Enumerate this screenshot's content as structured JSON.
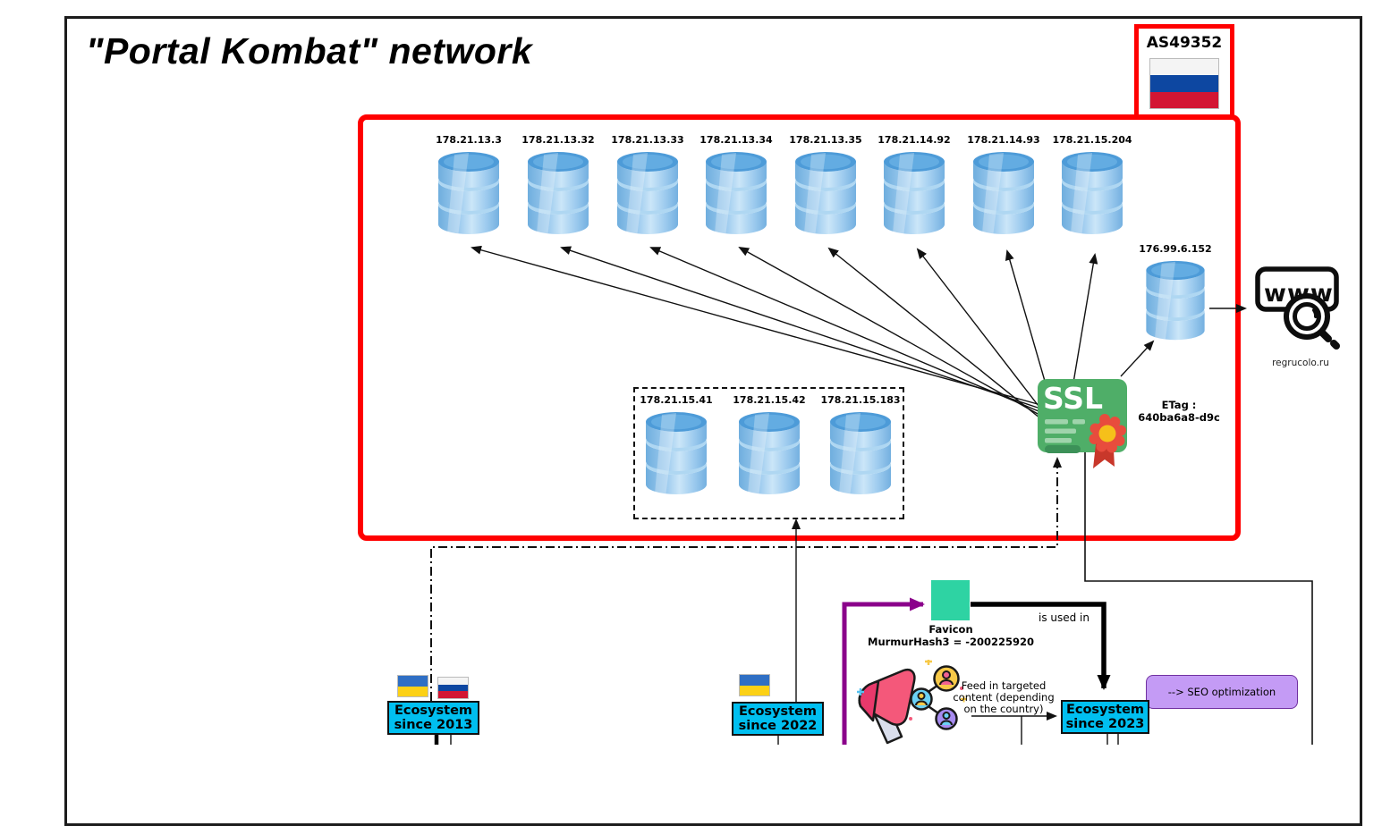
{
  "diagram": {
    "title": "\"Portal Kombat\" network",
    "as_box": {
      "label": "AS49352",
      "flag": "russia"
    }
  },
  "mirrors": {
    "top_row": [
      {
        "ip": "178.21.13.3"
      },
      {
        "ip": "178.21.13.32"
      },
      {
        "ip": "178.21.13.33"
      },
      {
        "ip": "178.21.13.34"
      },
      {
        "ip": "178.21.13.35"
      },
      {
        "ip": "178.21.14.92"
      },
      {
        "ip": "178.21.14.93"
      },
      {
        "ip": "178.21.15.204"
      }
    ],
    "gateway": {
      "ip": "176.99.6.152"
    },
    "dashed_group": [
      {
        "ip": "178.21.15.41"
      },
      {
        "ip": "178.21.15.42"
      },
      {
        "ip": "178.21.15.183"
      }
    ]
  },
  "ssl_certificate": {
    "icon_text": "SSL",
    "etag_label": "ETag :",
    "etag_value": "640ba6a8-d9c"
  },
  "website": {
    "icon_text": "www",
    "domain": "regrucolo.ru"
  },
  "favicon": {
    "name": "Favicon",
    "hash": "MurmurHash3 = -200225920"
  },
  "annotations": {
    "is_used_in": "is used in",
    "feed_line1": "Feed in targeted",
    "feed_line2": "content (depending",
    "feed_line3": "on the country)",
    "seo": "--> SEO optimization"
  },
  "ecosystems": [
    {
      "line1": "Ecosystem",
      "line2": "since 2013",
      "flags": [
        "ukraine",
        "russia"
      ]
    },
    {
      "line1": "Ecosystem",
      "line2": "since 2022",
      "flags": [
        "ukraine"
      ]
    },
    {
      "line1": "Ecosystem",
      "line2": "since 2023",
      "flags": []
    }
  ],
  "colors": {
    "network_border": "#FF0000",
    "ecosystem_fill": "#00BFF0",
    "favicon_fill": "#2ED3A3",
    "seo_fill": "#C49BF5",
    "purple_arrow": "#8B008B",
    "ssl_green": "#4FAE68",
    "db_blue": "#7BB5E4"
  }
}
